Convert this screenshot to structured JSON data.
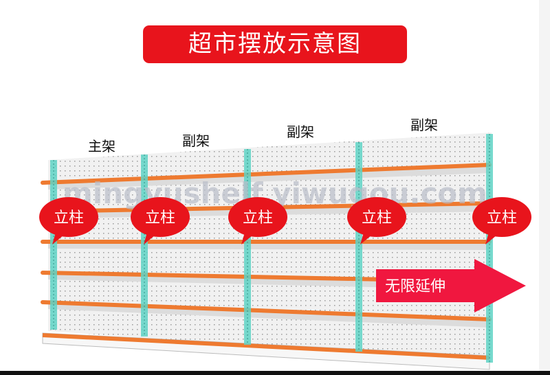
{
  "title": "超市摆放示意图",
  "frame_labels": [
    "主架",
    "副架",
    "副架",
    "副架"
  ],
  "upright_callouts": [
    "立柱",
    "立柱",
    "立柱",
    "立柱",
    "立柱"
  ],
  "arrow_label": "无限延伸",
  "watermark": "mingyushelf.yiwugou.com",
  "colors": {
    "banner": "#e8141c",
    "callout": "#e8141c",
    "arrow": "#f0173f",
    "upright": "#5fd3c6",
    "shelf": "#ee7a30",
    "panel": "#efefef"
  }
}
